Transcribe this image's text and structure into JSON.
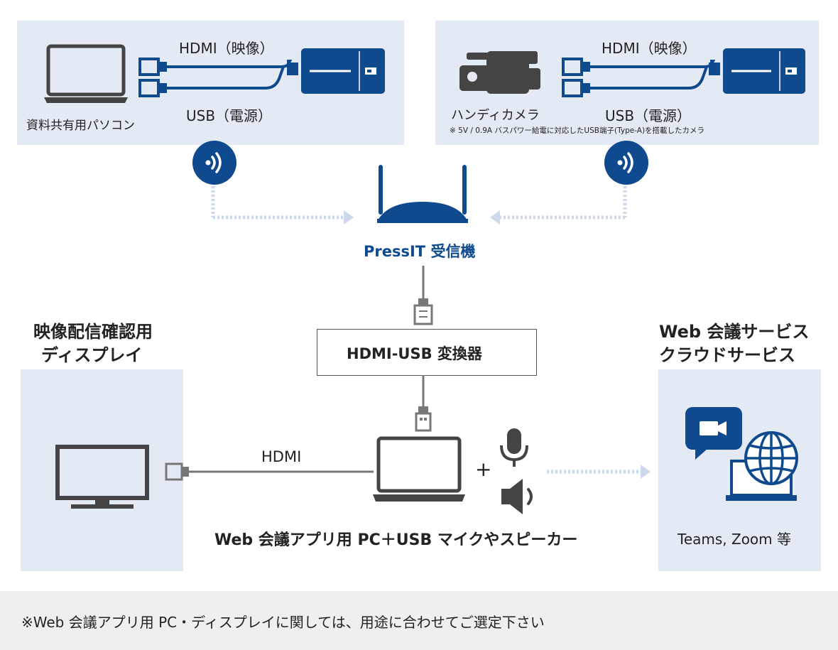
{
  "top_left": {
    "device_label": "資料共有用パソコン",
    "hdmi_label": "HDMI（映像）",
    "usb_label": "USB（電源）"
  },
  "top_right": {
    "device_label": "ハンディカメラ",
    "note": "※ 5V / 0.9A バスパワー給電に対応したUSB端子(Type-A)を搭載したカメラ",
    "hdmi_label": "HDMI（映像）",
    "usb_label": "USB（電源）"
  },
  "receiver": {
    "label": "PressIT 受信機"
  },
  "converter": {
    "label": "HDMI-USB 変換器"
  },
  "display": {
    "title_line1": "映像配信確認用",
    "title_line2": "ディスプレイ",
    "cable_label": "HDMI"
  },
  "pc": {
    "label": "Web 会議アプリ用 PC＋USB マイクやスピーカー",
    "plus": "+"
  },
  "services": {
    "title_line1": "Web 会議サービス",
    "title_line2": "クラウドサービス",
    "caption": "Teams, Zoom 等"
  },
  "footer": {
    "note": "※Web 会議アプリ用 PC・ディスプレイに関しては、用途に合わせてご選定下さい"
  },
  "colors": {
    "brand_blue": "#0f4a8f",
    "panel_bg": "#e4eaf3",
    "footer_bg": "#efefef",
    "dotted_arrow": "#cdd8ea"
  }
}
